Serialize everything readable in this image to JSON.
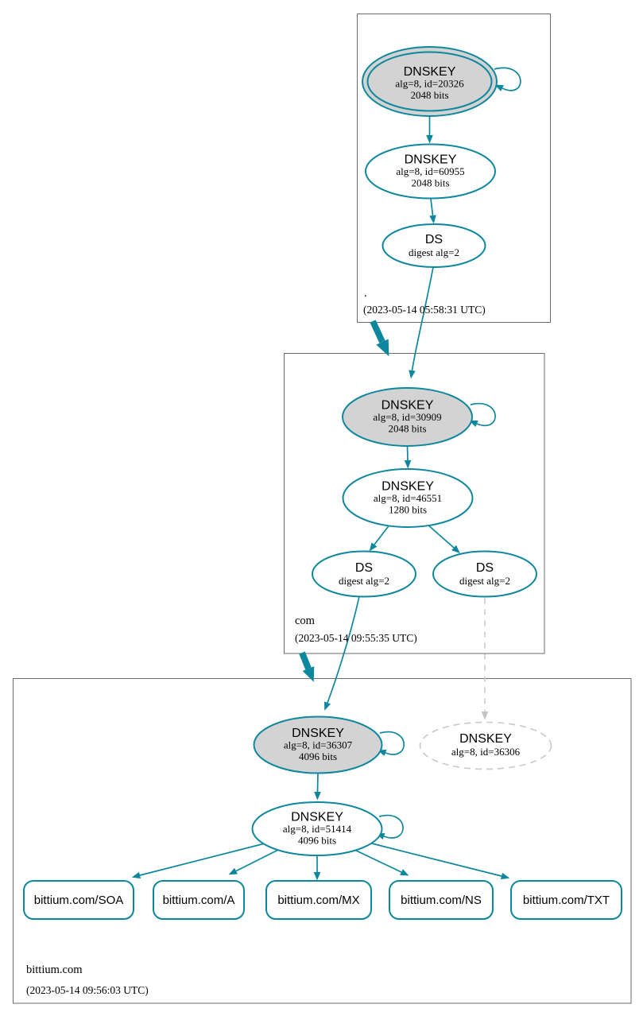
{
  "colors": {
    "edge_teal": "#0d879d",
    "key_fill_gray": "#d3d3d3",
    "dashed_gray": "#c9c9c9",
    "zone_box_border": "#6b6b6b",
    "text": "#000000"
  },
  "zones": {
    "root": {
      "label": ".",
      "timestamp": "(2023-05-14 05:58:31 UTC)"
    },
    "com": {
      "label": "com",
      "timestamp": "(2023-05-14 09:55:35 UTC)"
    },
    "bittium": {
      "label": "bittium.com",
      "timestamp": "(2023-05-14 09:56:03 UTC)"
    }
  },
  "nodes": {
    "root_ksk": {
      "type": "DNSKEY",
      "attrs": "alg=8, id=20326",
      "bits": "2048 bits"
    },
    "root_zsk": {
      "type": "DNSKEY",
      "attrs": "alg=8, id=60955",
      "bits": "2048 bits"
    },
    "root_ds": {
      "type": "DS",
      "attrs": "digest alg=2"
    },
    "com_ksk": {
      "type": "DNSKEY",
      "attrs": "alg=8, id=30909",
      "bits": "2048 bits"
    },
    "com_zsk": {
      "type": "DNSKEY",
      "attrs": "alg=8, id=46551",
      "bits": "1280 bits"
    },
    "com_ds_left": {
      "type": "DS",
      "attrs": "digest alg=2"
    },
    "com_ds_right": {
      "type": "DS",
      "attrs": "digest alg=2"
    },
    "bittium_ksk": {
      "type": "DNSKEY",
      "attrs": "alg=8, id=36307",
      "bits": "4096 bits"
    },
    "bittium_missing_key": {
      "type": "DNSKEY",
      "attrs": "alg=8, id=36306"
    },
    "bittium_zsk": {
      "type": "DNSKEY",
      "attrs": "alg=8, id=51414",
      "bits": "4096 bits"
    }
  },
  "rrsets": [
    {
      "label": "bittium.com/SOA"
    },
    {
      "label": "bittium.com/A"
    },
    {
      "label": "bittium.com/MX"
    },
    {
      "label": "bittium.com/NS"
    },
    {
      "label": "bittium.com/TXT"
    }
  ]
}
